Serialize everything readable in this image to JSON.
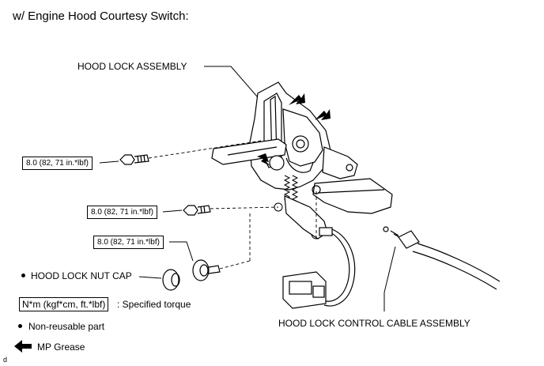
{
  "title": "w/ Engine Hood Courtesy Switch:",
  "labels": {
    "hood_lock_assembly": "HOOD LOCK ASSEMBLY",
    "hood_lock_control_cable_assembly": "HOOD LOCK CONTROL CABLE ASSEMBLY",
    "hood_lock_nut_cap": "HOOD LOCK NUT CAP"
  },
  "torque_specs": [
    {
      "value": "8.0 (82, 71 in.*lbf)"
    },
    {
      "value": "8.0 (82, 71 in.*lbf)"
    },
    {
      "value": "8.0 (82, 71 in.*lbf)"
    }
  ],
  "legend": {
    "torque_unit": "N*m (kgf*cm, ft.*lbf)",
    "torque_text": ": Specified torque",
    "non_reusable": "Non-reusable part",
    "mp_grease": "MP Grease"
  },
  "corner_mark": "d"
}
